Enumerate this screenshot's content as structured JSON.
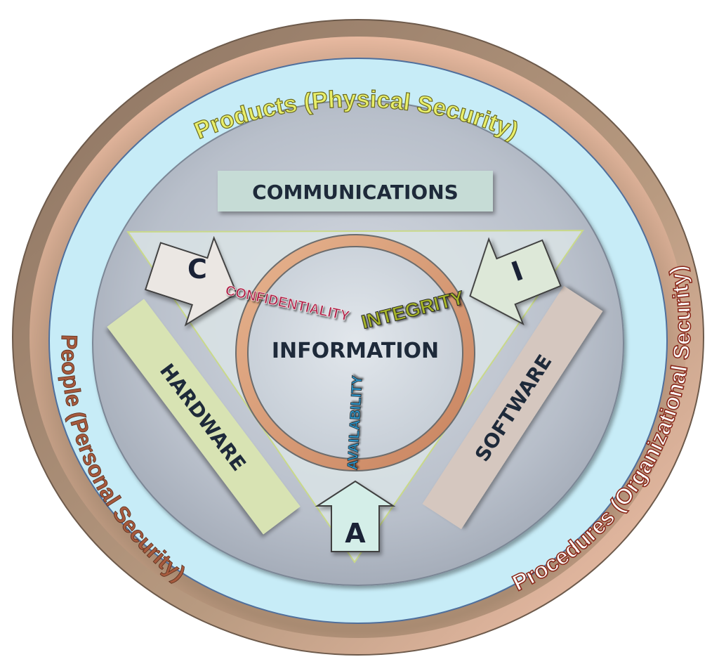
{
  "rings": {
    "physical": "Products (Physical Security)",
    "personal": "People (Personal Security)",
    "organizational": "Procedures (Organizational Security)"
  },
  "components": {
    "communications": "COMMUNICATIONS",
    "hardware": "HARDWARE",
    "software": "SOFTWARE"
  },
  "core": {
    "information": "INFORMATION"
  },
  "principles": {
    "confidentiality": "CONFIDENTIALITY",
    "integrity": "INTEGRITY",
    "availability": "AVAILABILITY"
  },
  "arrows": {
    "c": "C",
    "i": "I",
    "a": "A"
  },
  "colors": {
    "outer_ring": "#a88a70",
    "outer_ring_light": "#f3c9b4",
    "blue_ring": "#bfe6f5",
    "disc": "#b7bdc8",
    "triangle": "#d6e1e3",
    "communications_box": "#c6dcd6",
    "hardware_box": "#d8e3b3",
    "software_box": "#d5c7bf",
    "confidentiality": "#b01a45",
    "integrity": "#a7b52b",
    "availability": "#2e9ad0",
    "physical_text": "#e9ef6a",
    "personal_text": "#a65a3e",
    "organizational_text": "#ffffff"
  }
}
